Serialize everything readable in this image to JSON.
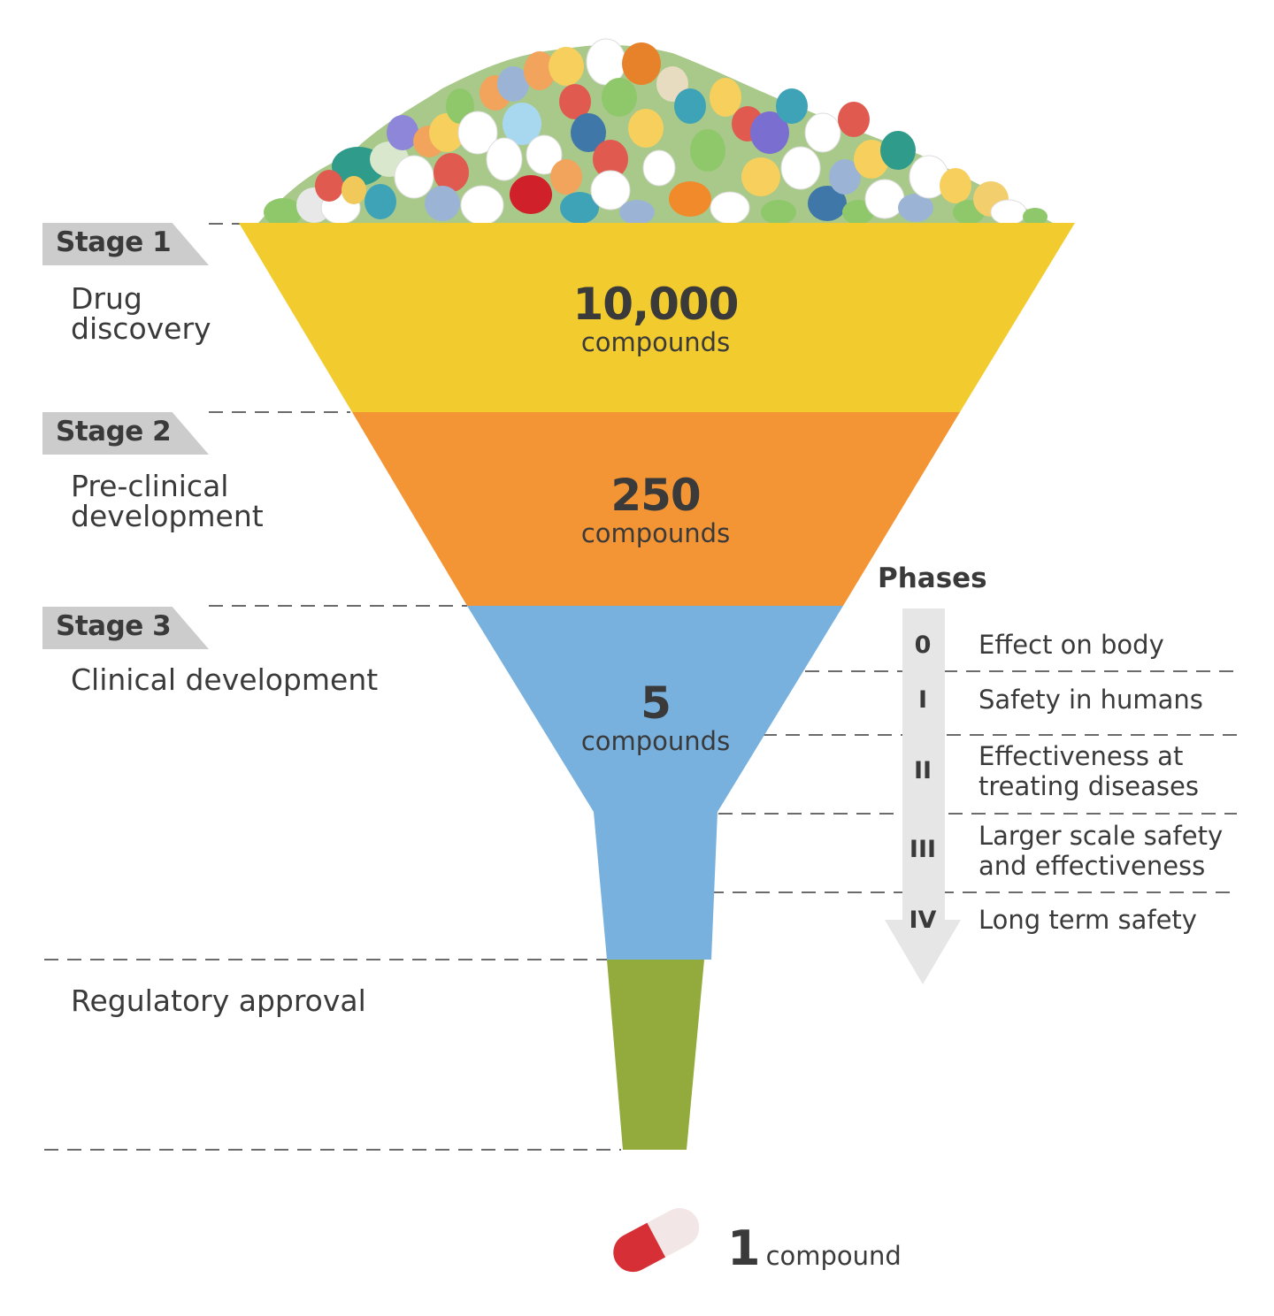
{
  "stages": [
    {
      "tag": "Stage 1",
      "description_lines": [
        "Drug",
        "discovery"
      ],
      "count": "10,000",
      "unit": "compounds",
      "color": "#f2cb2e"
    },
    {
      "tag": "Stage 2",
      "description_lines": [
        "Pre-clinical",
        "development"
      ],
      "count": "250",
      "unit": "compounds",
      "color": "#f49535"
    },
    {
      "tag": "Stage 3",
      "description_lines": [
        "Clinical development"
      ],
      "count": "5",
      "unit": "compounds",
      "color": "#78b1de"
    }
  ],
  "regulatory": {
    "label": "Regulatory approval",
    "color": "#93ab3c"
  },
  "phases": {
    "title": "Phases",
    "items": [
      {
        "num": "0",
        "lines": [
          "Effect on body"
        ]
      },
      {
        "num": "I",
        "lines": [
          "Safety in humans"
        ]
      },
      {
        "num": "II",
        "lines": [
          "Effectiveness at",
          "treating diseases"
        ]
      },
      {
        "num": "III",
        "lines": [
          "Larger scale safety",
          "and effectiveness"
        ]
      },
      {
        "num": "IV",
        "lines": [
          "Long term safety"
        ]
      }
    ],
    "arrow_color": "#e6e6e6"
  },
  "result": {
    "count": "1",
    "unit": "compound",
    "icon": "red-white-capsule-icon"
  },
  "top_icon": "pile-of-pills-icon",
  "chart_data": {
    "type": "funnel",
    "title": "",
    "categories": [
      "Drug discovery",
      "Pre-clinical development",
      "Clinical development",
      "Regulatory approval"
    ],
    "values": [
      10000,
      250,
      5,
      1
    ],
    "units": "compounds",
    "phases": [
      "0: Effect on body",
      "I: Safety in humans",
      "II: Effectiveness at treating diseases",
      "III: Larger scale safety and effectiveness",
      "IV: Long term safety"
    ]
  }
}
